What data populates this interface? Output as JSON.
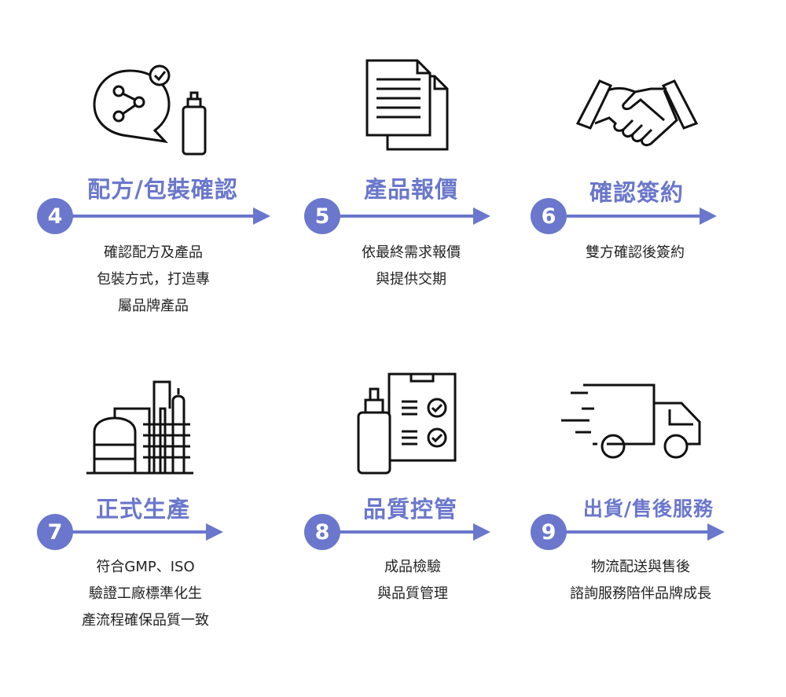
{
  "accent_color": "#6a77cc",
  "steps": [
    {
      "number": "4",
      "title": "配方/包裝確認",
      "icon": "chat-molecule-bottle-icon",
      "desc": [
        "確認配方及產品",
        "包裝方式，打造專",
        "屬品牌產品"
      ]
    },
    {
      "number": "5",
      "title": "產品報價",
      "icon": "documents-icon",
      "desc": [
        "依最終需求報價",
        "與提供交期"
      ]
    },
    {
      "number": "6",
      "title": "確認簽約",
      "icon": "handshake-icon",
      "desc": [
        "雙方確認後簽約"
      ]
    },
    {
      "number": "7",
      "title": "正式生產",
      "icon": "factory-icon",
      "desc": [
        "符合GMP、ISO",
        "驗證工廠標準化生",
        "產流程確保品質一致"
      ]
    },
    {
      "number": "8",
      "title": "品質控管",
      "icon": "checklist-bottle-icon",
      "desc": [
        "成品檢驗",
        "與品質管理"
      ]
    },
    {
      "number": "9",
      "title": "出貨/售後服務",
      "icon": "delivery-truck-icon",
      "desc": [
        "物流配送與售後",
        "諮詢服務陪伴品牌成長"
      ]
    }
  ]
}
